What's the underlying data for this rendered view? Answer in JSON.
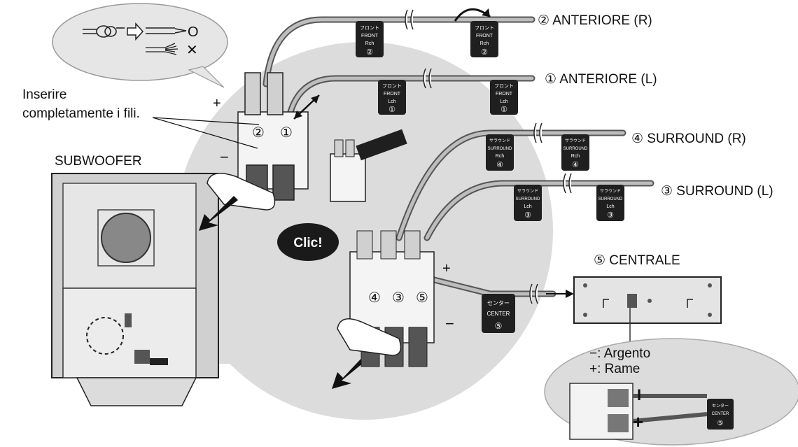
{
  "labels": {
    "front_right": "② ANTERIORE (R)",
    "front_left": "① ANTERIORE (L)",
    "surround_right": "④ SURROUND (R)",
    "surround_left": "③ SURROUND (L)",
    "center": "⑤ CENTRALE",
    "subwoofer": "SUBWOOFER",
    "insert_note_line1": "Inserire",
    "insert_note_line2": "completamente i fili.",
    "click": "Clic!",
    "silver": "−: Argento",
    "copper": "+: Rame"
  },
  "wire_tags": {
    "front_r": {
      "jp": "フロント",
      "en": "FRONT",
      "ch": "Rch",
      "num": "②"
    },
    "front_l": {
      "jp": "フロント",
      "en": "FRONT",
      "ch": "Lch",
      "num": "①"
    },
    "surround_r": {
      "jp": "サラウンド",
      "en": "SURROUND",
      "ch": "Rch",
      "num": "④"
    },
    "surround_l": {
      "jp": "サラウンド",
      "en": "SURROUND",
      "ch": "Lch",
      "num": "③"
    },
    "center": {
      "jp": "センター",
      "en": "CENTER",
      "num": "⑤"
    }
  },
  "terminal_numbers": {
    "t1": "①",
    "t2": "②",
    "t3": "③",
    "t4": "④",
    "t5": "⑤"
  },
  "polarity": {
    "plus": "+",
    "minus": "−"
  },
  "check_marks": {
    "ok": "O",
    "ng": "✕"
  },
  "colors": {
    "bubble": "#dcdcdc",
    "wire_gray": "#9a9a9a",
    "tag_dark": "#1f1f1f",
    "black_bubble": "#1a1a1a"
  }
}
